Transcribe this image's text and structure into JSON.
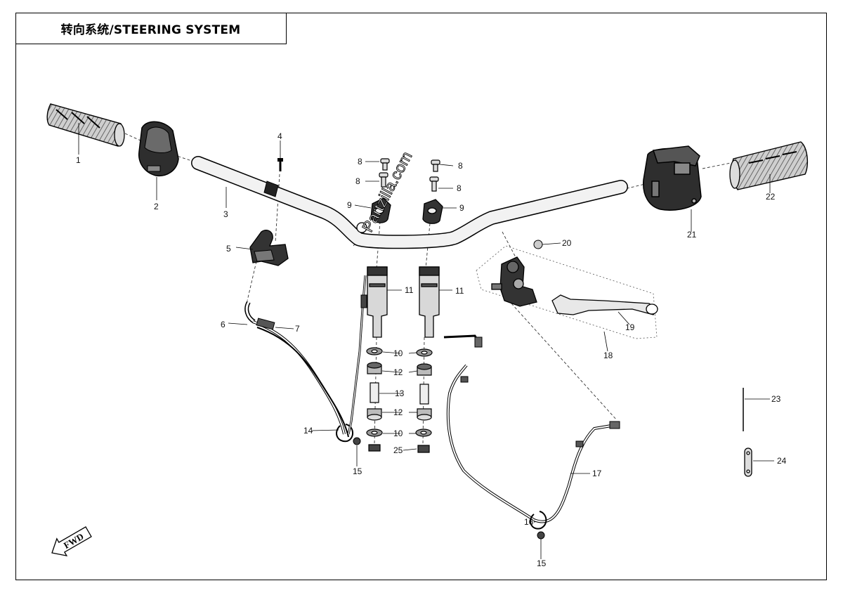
{
  "title": "转向系统/STEERING SYSTEM",
  "watermark": "Partzilla.com",
  "fwd_label": "FWD",
  "callouts": [
    "1",
    "2",
    "3",
    "4",
    "5",
    "6",
    "7",
    "8",
    "8",
    "8",
    "8",
    "9",
    "9",
    "10",
    "10",
    "11",
    "11",
    "12",
    "12",
    "13",
    "14",
    "15",
    "15",
    "16",
    "17",
    "18",
    "19",
    "20",
    "21",
    "22",
    "23",
    "24",
    "25"
  ]
}
